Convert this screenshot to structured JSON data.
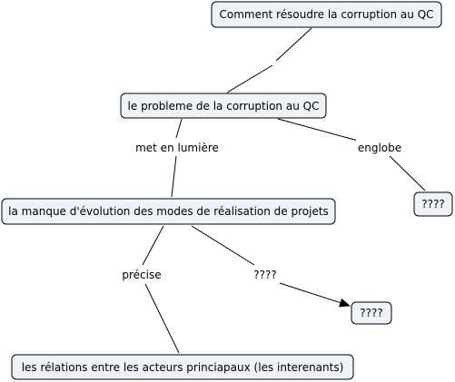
{
  "concepts": {
    "root": "Comment résoudre la corruption au QC",
    "problem": "le probleme de la corruption au QC",
    "evolution": "la manque d'évolution des modes de réalisation de projets",
    "unknown_a": "????",
    "unknown_b": "????",
    "relations": "les rélations entre les acteurs princiapaux (les interenants)"
  },
  "links": {
    "root_problem": "",
    "met_en_lumiere": "met en lumière",
    "englobe": "englobe",
    "precise": "précise",
    "unknown_link": "????"
  }
}
